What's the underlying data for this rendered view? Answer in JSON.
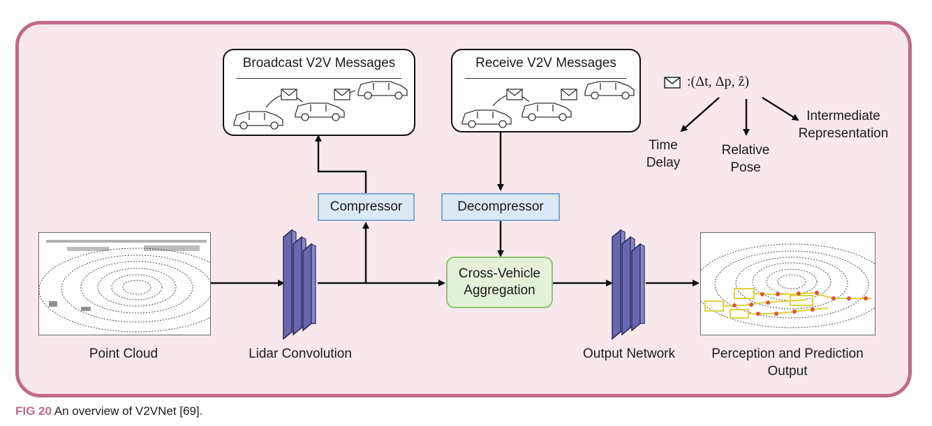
{
  "broadcast": {
    "title": "Broadcast V2V Messages"
  },
  "receive": {
    "title": "Receive V2V Messages"
  },
  "message": {
    "formula": ":(Δt, Δp, ẑ)"
  },
  "legend": {
    "time_delay": [
      "Time",
      "Delay"
    ],
    "relative_pose": [
      "Relative",
      "Pose"
    ],
    "intermediate": [
      "Intermediate",
      "Representation"
    ]
  },
  "compressor": "Compressor",
  "decompressor": "Decompressor",
  "aggregation": [
    "Cross-Vehicle",
    "Aggregation"
  ],
  "labels": {
    "point_cloud": "Point Cloud",
    "lidar_conv": "Lidar Convolution",
    "output_network": "Output Network",
    "output": [
      "Perception and Prediction",
      "Output"
    ]
  },
  "caption": {
    "fig": "FIG 20",
    "text": " An overview of V2VNet [69]."
  },
  "colors": {
    "frame": "#c06a87",
    "background": "#f8e8ec",
    "conv_blocks": "#6a67b0",
    "boxes": "#e0d13a",
    "points": "#e0552a"
  }
}
